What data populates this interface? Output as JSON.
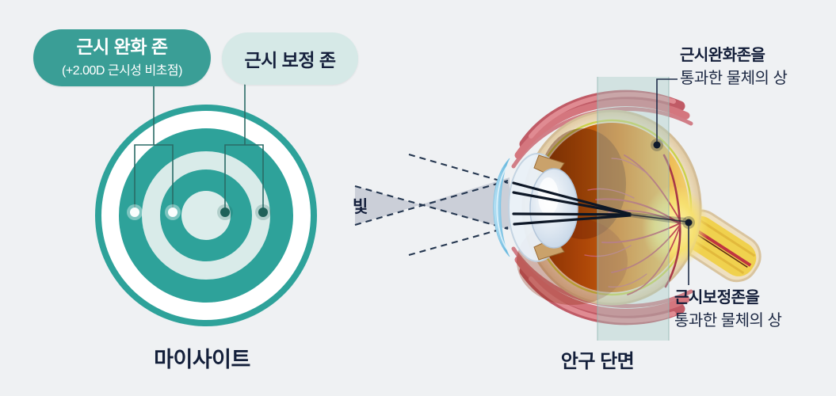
{
  "left_diagram": {
    "badge_relief": {
      "title": "근시 완화 존",
      "subtitle": "(+2.00D 근시성 비초점)"
    },
    "badge_correction": {
      "title": "근시 보정 존"
    },
    "caption": "마이사이트"
  },
  "right_diagram": {
    "light_label": "빛",
    "label_relief_image": {
      "line1": "근시완화존을",
      "line2": "통과한 물체의 상"
    },
    "label_correction_image": {
      "line1": "근시보정존을",
      "line2": "통과한 물체의 상"
    },
    "caption": "안구 단면"
  },
  "colors": {
    "background": "#eff1f3",
    "ring_teal": "#2ea29a",
    "ring_mint": "#d9ebe9",
    "badge_relief_bg": "#3a9e96",
    "badge_correction_bg": "#d6e9e7",
    "navy_text": "#15203c",
    "connector_teal": "#2a6b66",
    "dashed_ray_navy": "#24364f",
    "retina_band_teal": "#a9cdc9"
  }
}
